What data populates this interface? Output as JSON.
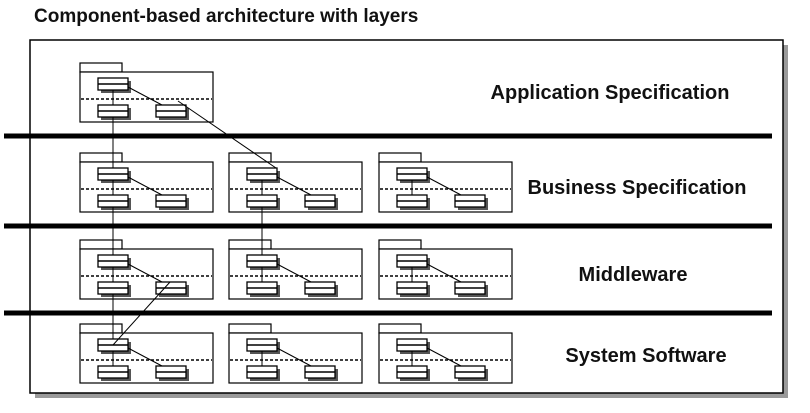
{
  "title": "Component-based architecture with layers",
  "layers": [
    {
      "label": "Application Specification",
      "packages": 1
    },
    {
      "label": "Business Specification",
      "packages": 3
    },
    {
      "label": "Middleware",
      "packages": 3
    },
    {
      "label": "System Software",
      "packages": 3
    }
  ]
}
